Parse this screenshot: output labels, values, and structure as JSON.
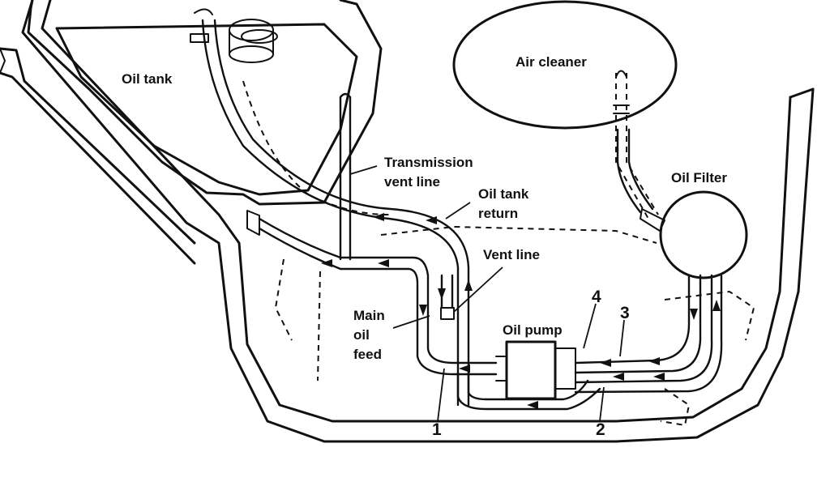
{
  "labels": {
    "oil_tank": "Oil tank",
    "air_cleaner": "Air cleaner",
    "transmission_vent_line_1": "Transmission",
    "transmission_vent_line_2": "vent line",
    "oil_filter": "Oil Filter",
    "oil_tank_return_1": "Oil tank",
    "oil_tank_return_2": "return",
    "vent_line": "Vent line",
    "main_oil_feed_1": "Main",
    "main_oil_feed_2": "oil",
    "main_oil_feed_3": "feed",
    "oil_pump": "Oil pump"
  },
  "callouts": [
    "1",
    "2",
    "3",
    "4"
  ]
}
